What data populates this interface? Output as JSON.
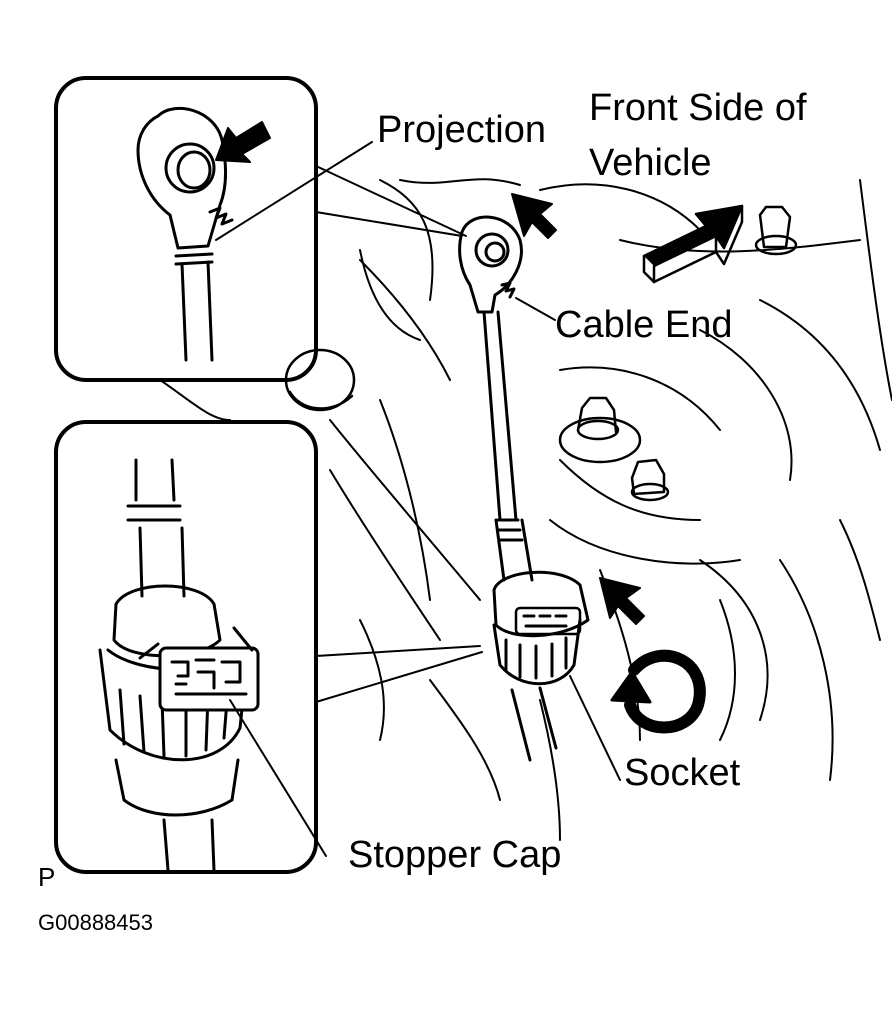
{
  "labels": {
    "projection": "Projection",
    "front_side_line1": "Front Side of",
    "front_side_line2": "Vehicle",
    "cable_end": "Cable End",
    "socket": "Socket",
    "stopper_cap": "Stopper Cap"
  },
  "corner_mark": "P",
  "figure_code": "G00888453",
  "colors": {
    "ink": "#000000",
    "paper": "#ffffff"
  }
}
